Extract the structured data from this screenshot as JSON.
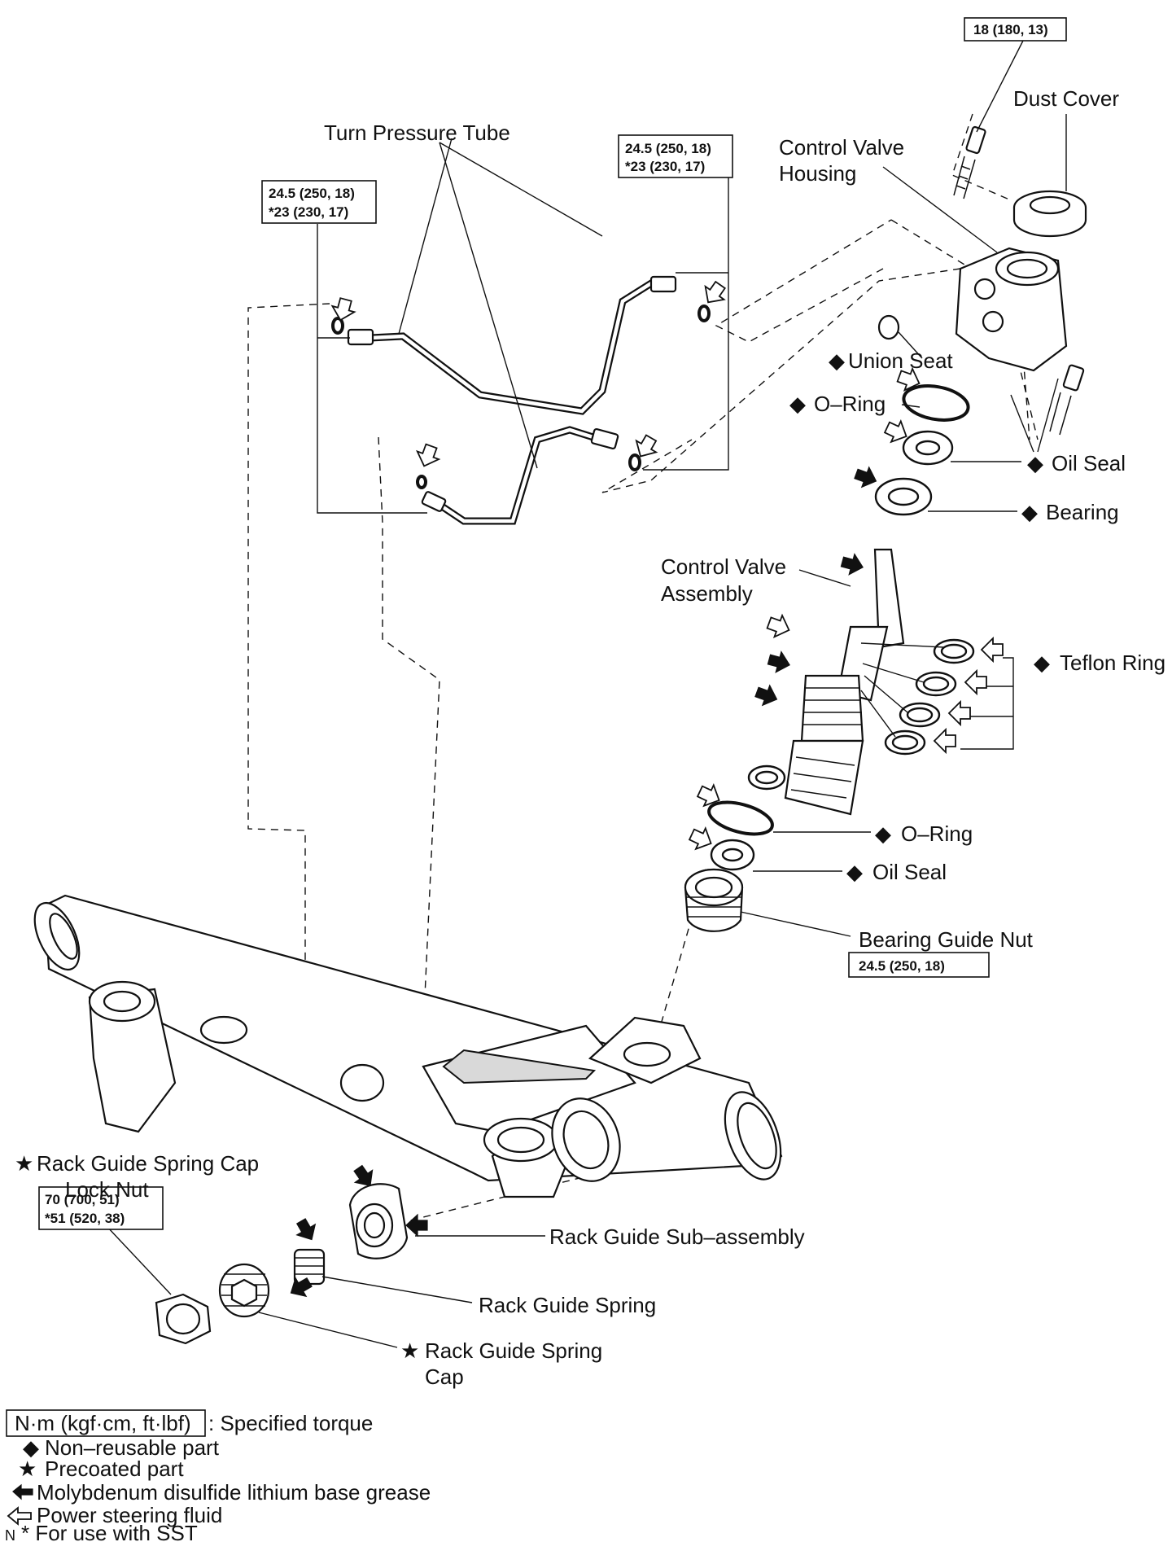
{
  "labels": {
    "dust_cover": "Dust Cover",
    "control_valve_housing_1": "Control Valve",
    "control_valve_housing_2": "Housing",
    "turn_pressure_tube": "Turn Pressure Tube",
    "union_seat": "Union Seat",
    "o_ring_upper": "O–Ring",
    "oil_seal_upper": "Oil Seal",
    "bearing": "Bearing",
    "control_valve_assembly_1": "Control Valve",
    "control_valve_assembly_2": "Assembly",
    "teflon_ring": "Teflon Ring",
    "o_ring_lower": "O–Ring",
    "oil_seal_lower": "Oil Seal",
    "bearing_guide_nut": "Bearing Guide Nut",
    "rack_guide_spring_cap_lock_nut_1": "Rack Guide Spring Cap",
    "rack_guide_spring_cap_lock_nut_2": "Lock Nut",
    "rack_guide_sub_assembly": "Rack Guide Sub–assembly",
    "rack_guide_spring": "Rack Guide Spring",
    "rack_guide_spring_cap_1": "Rack Guide Spring",
    "rack_guide_spring_cap_2": "Cap"
  },
  "torques": {
    "housing_bolt": "18 (180, 13)",
    "tube_left_1": "24.5 (250, 18)",
    "tube_left_2": "*23 (230, 17)",
    "tube_right_1": "24.5 (250, 18)",
    "tube_right_2": "*23 (230, 17)",
    "bearing_guide_nut": "24.5 (250, 18)",
    "lock_nut_1": "70 (700, 51)",
    "lock_nut_2": "*51 (520, 38)"
  },
  "symbols": {
    "non_reusable": "◆",
    "precoated": "★",
    "note_mark": "N"
  },
  "legend": {
    "torque_box": "N·m (kgf·cm, ft·lbf)",
    "torque_text": ": Specified torque",
    "non_reusable": "Non–reusable part",
    "precoated": "Precoated part",
    "grease": "Molybdenum disulfide lithium base grease",
    "fluid": "Power steering fluid",
    "sst": "* For use with SST"
  }
}
